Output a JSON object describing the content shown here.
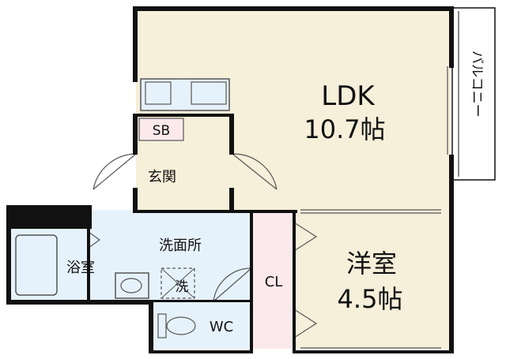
{
  "colors": {
    "wall": "#111111",
    "ldk_floor": "#f6efd9",
    "wet_floor": "#e6f2fb",
    "closet_floor": "#fbe9ec",
    "white": "#ffffff"
  },
  "rooms": {
    "ldk": {
      "name": "LDK",
      "size": "10.7帖"
    },
    "western": {
      "name": "洋室",
      "size": "4.5帖"
    },
    "balcony": {
      "name": "バルコニー"
    },
    "entrance": {
      "name": "玄関"
    },
    "shoe_box": {
      "name": "SB"
    },
    "washroom": {
      "name": "洗面所"
    },
    "bathroom": {
      "name": "浴室"
    },
    "closet": {
      "name": "CL"
    },
    "toilet": {
      "name": "WC"
    },
    "washer": {
      "name": "洗"
    }
  }
}
